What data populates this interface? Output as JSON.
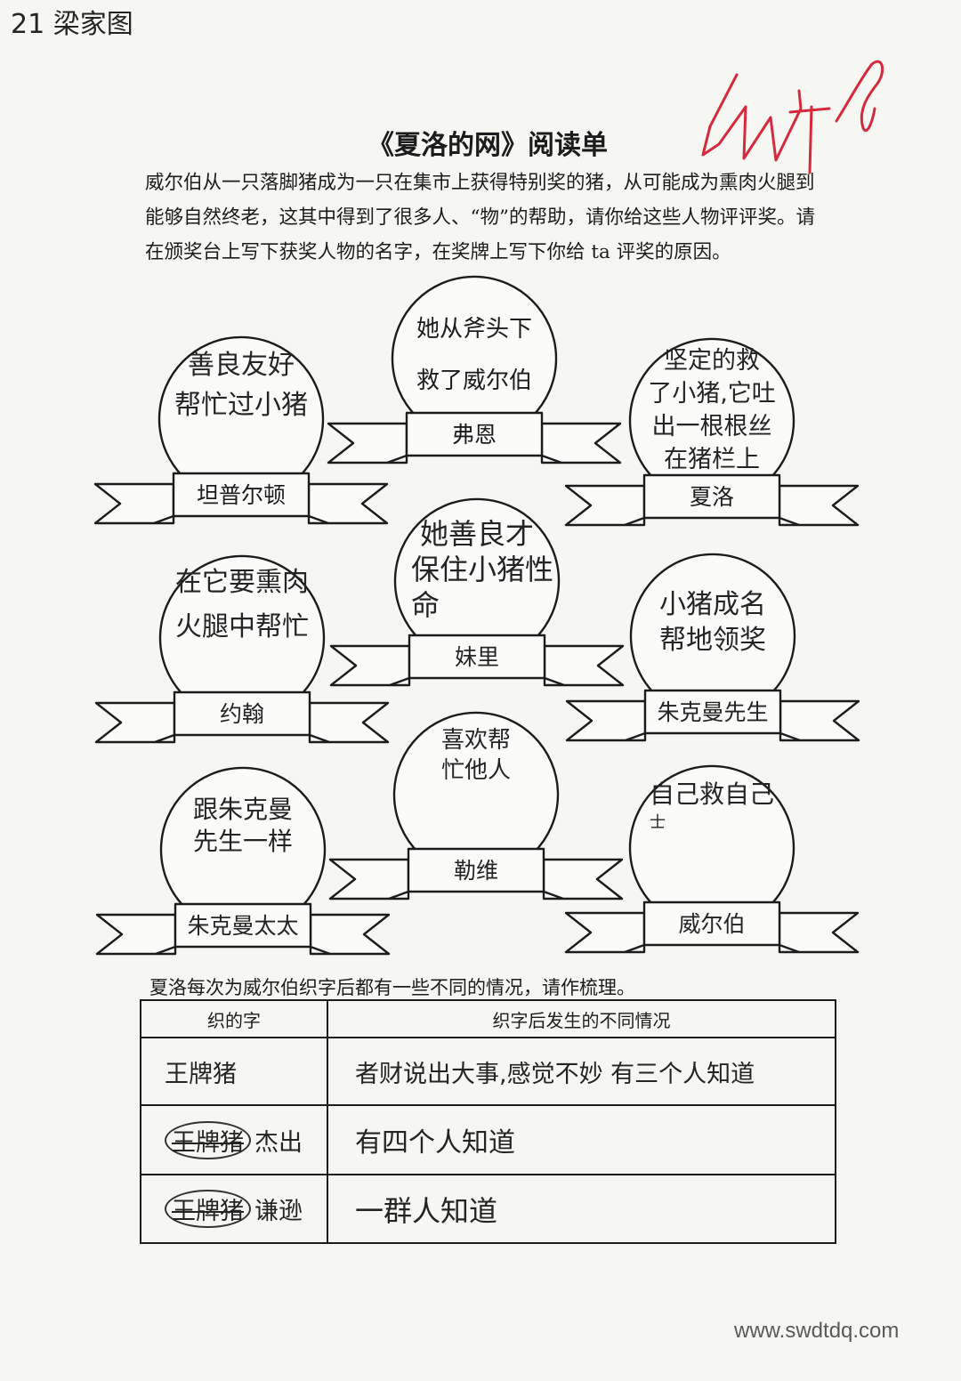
{
  "page_header": {
    "handwritten_id": "21 梁家图"
  },
  "title": "《夏洛的网》阅读单",
  "instructions": [
    "威尔伯从一只落脚猪成为一只在集市上获得特别奖的猪，从可能成为熏肉火腿到",
    "能够自然终老，这其中得到了很多人、“物”的帮助，请你给这些人物评评奖。请",
    "在颁奖台上写下获奖人物的名字，在奖牌上写下你给 ta 评奖的原因。"
  ],
  "medals": [
    {
      "reason": [
        "善良友好",
        "帮忙过小猪"
      ],
      "name": "坦普尔顿"
    },
    {
      "reason": [
        "她从斧头下",
        "救了威尔伯"
      ],
      "name": "弗恩"
    },
    {
      "reason": [
        "坚定的救",
        "了小猪,它吐",
        "出一根根丝",
        "在猪栏上"
      ],
      "name": "夏洛"
    },
    {
      "reason": [
        "在它要熏肉",
        "火腿中帮忙"
      ],
      "name": "约翰"
    },
    {
      "reason": [
        "她善良才",
        "保住小猪性",
        "命"
      ],
      "name": "妹里"
    },
    {
      "reason": [
        "小猪成名",
        "帮地领奖"
      ],
      "name": "朱克曼先生"
    },
    {
      "reason": [
        "跟朱克曼",
        "先生一样"
      ],
      "name": "朱克曼太太"
    },
    {
      "reason": [
        "喜欢帮",
        "忙他人"
      ],
      "name": "勒维"
    },
    {
      "reason": [
        "自己救自己",
        "士"
      ],
      "name": "威尔伯"
    }
  ],
  "table_intro": "夏洛每次为威尔伯织字后都有一些不同的情况，请作梳理。",
  "table": {
    "headers": [
      "织的字",
      "织字后发生的不同情况"
    ],
    "rows": [
      {
        "words": [
          {
            "text": "王牌猪",
            "crossed_out": false
          }
        ],
        "situation": "者财说出大事,感觉不妙 有三个人知道"
      },
      {
        "words": [
          {
            "text": "王牌猪",
            "crossed_out": true
          },
          {
            "text": "杰出",
            "crossed_out": false
          }
        ],
        "situation": "有四个人知道"
      },
      {
        "words": [
          {
            "text": "王牌猪",
            "crossed_out": true
          },
          {
            "text": "谦逊",
            "crossed_out": false
          }
        ],
        "situation": "一群人知道"
      }
    ]
  },
  "watermark": "www.swdtdq.com",
  "colors": {
    "paper": "#f6f6f3",
    "ink": "#1c1c1c",
    "red_pen": "#d42a3c"
  }
}
